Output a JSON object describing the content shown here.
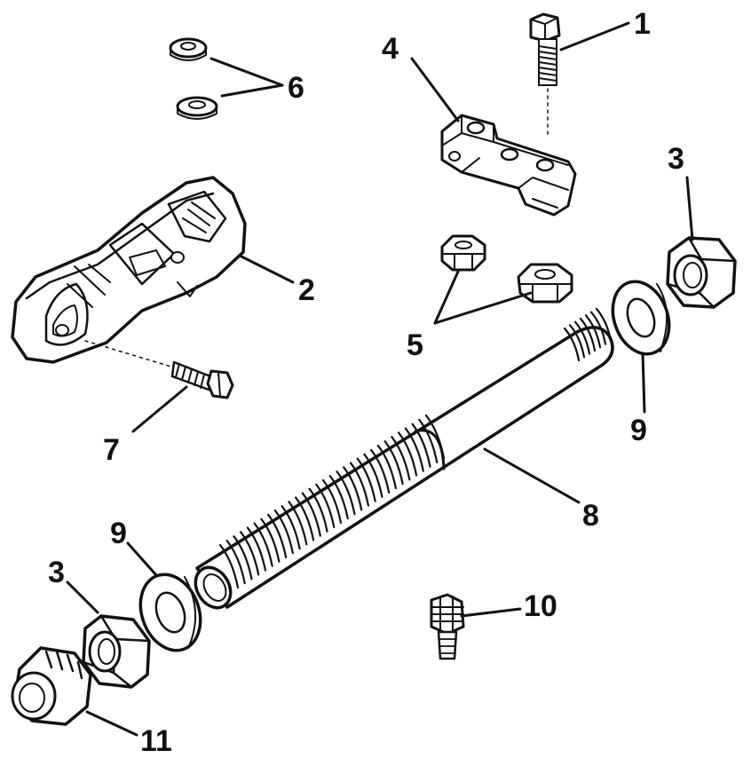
{
  "callouts": {
    "c1": "1",
    "c2": "2",
    "c3a": "3",
    "c3b": "3",
    "c4": "4",
    "c5": "5",
    "c6": "6",
    "c7": "7",
    "c8": "8",
    "c9a": "9",
    "c9b": "9",
    "c10": "10",
    "c11": "11"
  },
  "colors": {
    "ink": "#111111",
    "paper": "#ffffff"
  }
}
